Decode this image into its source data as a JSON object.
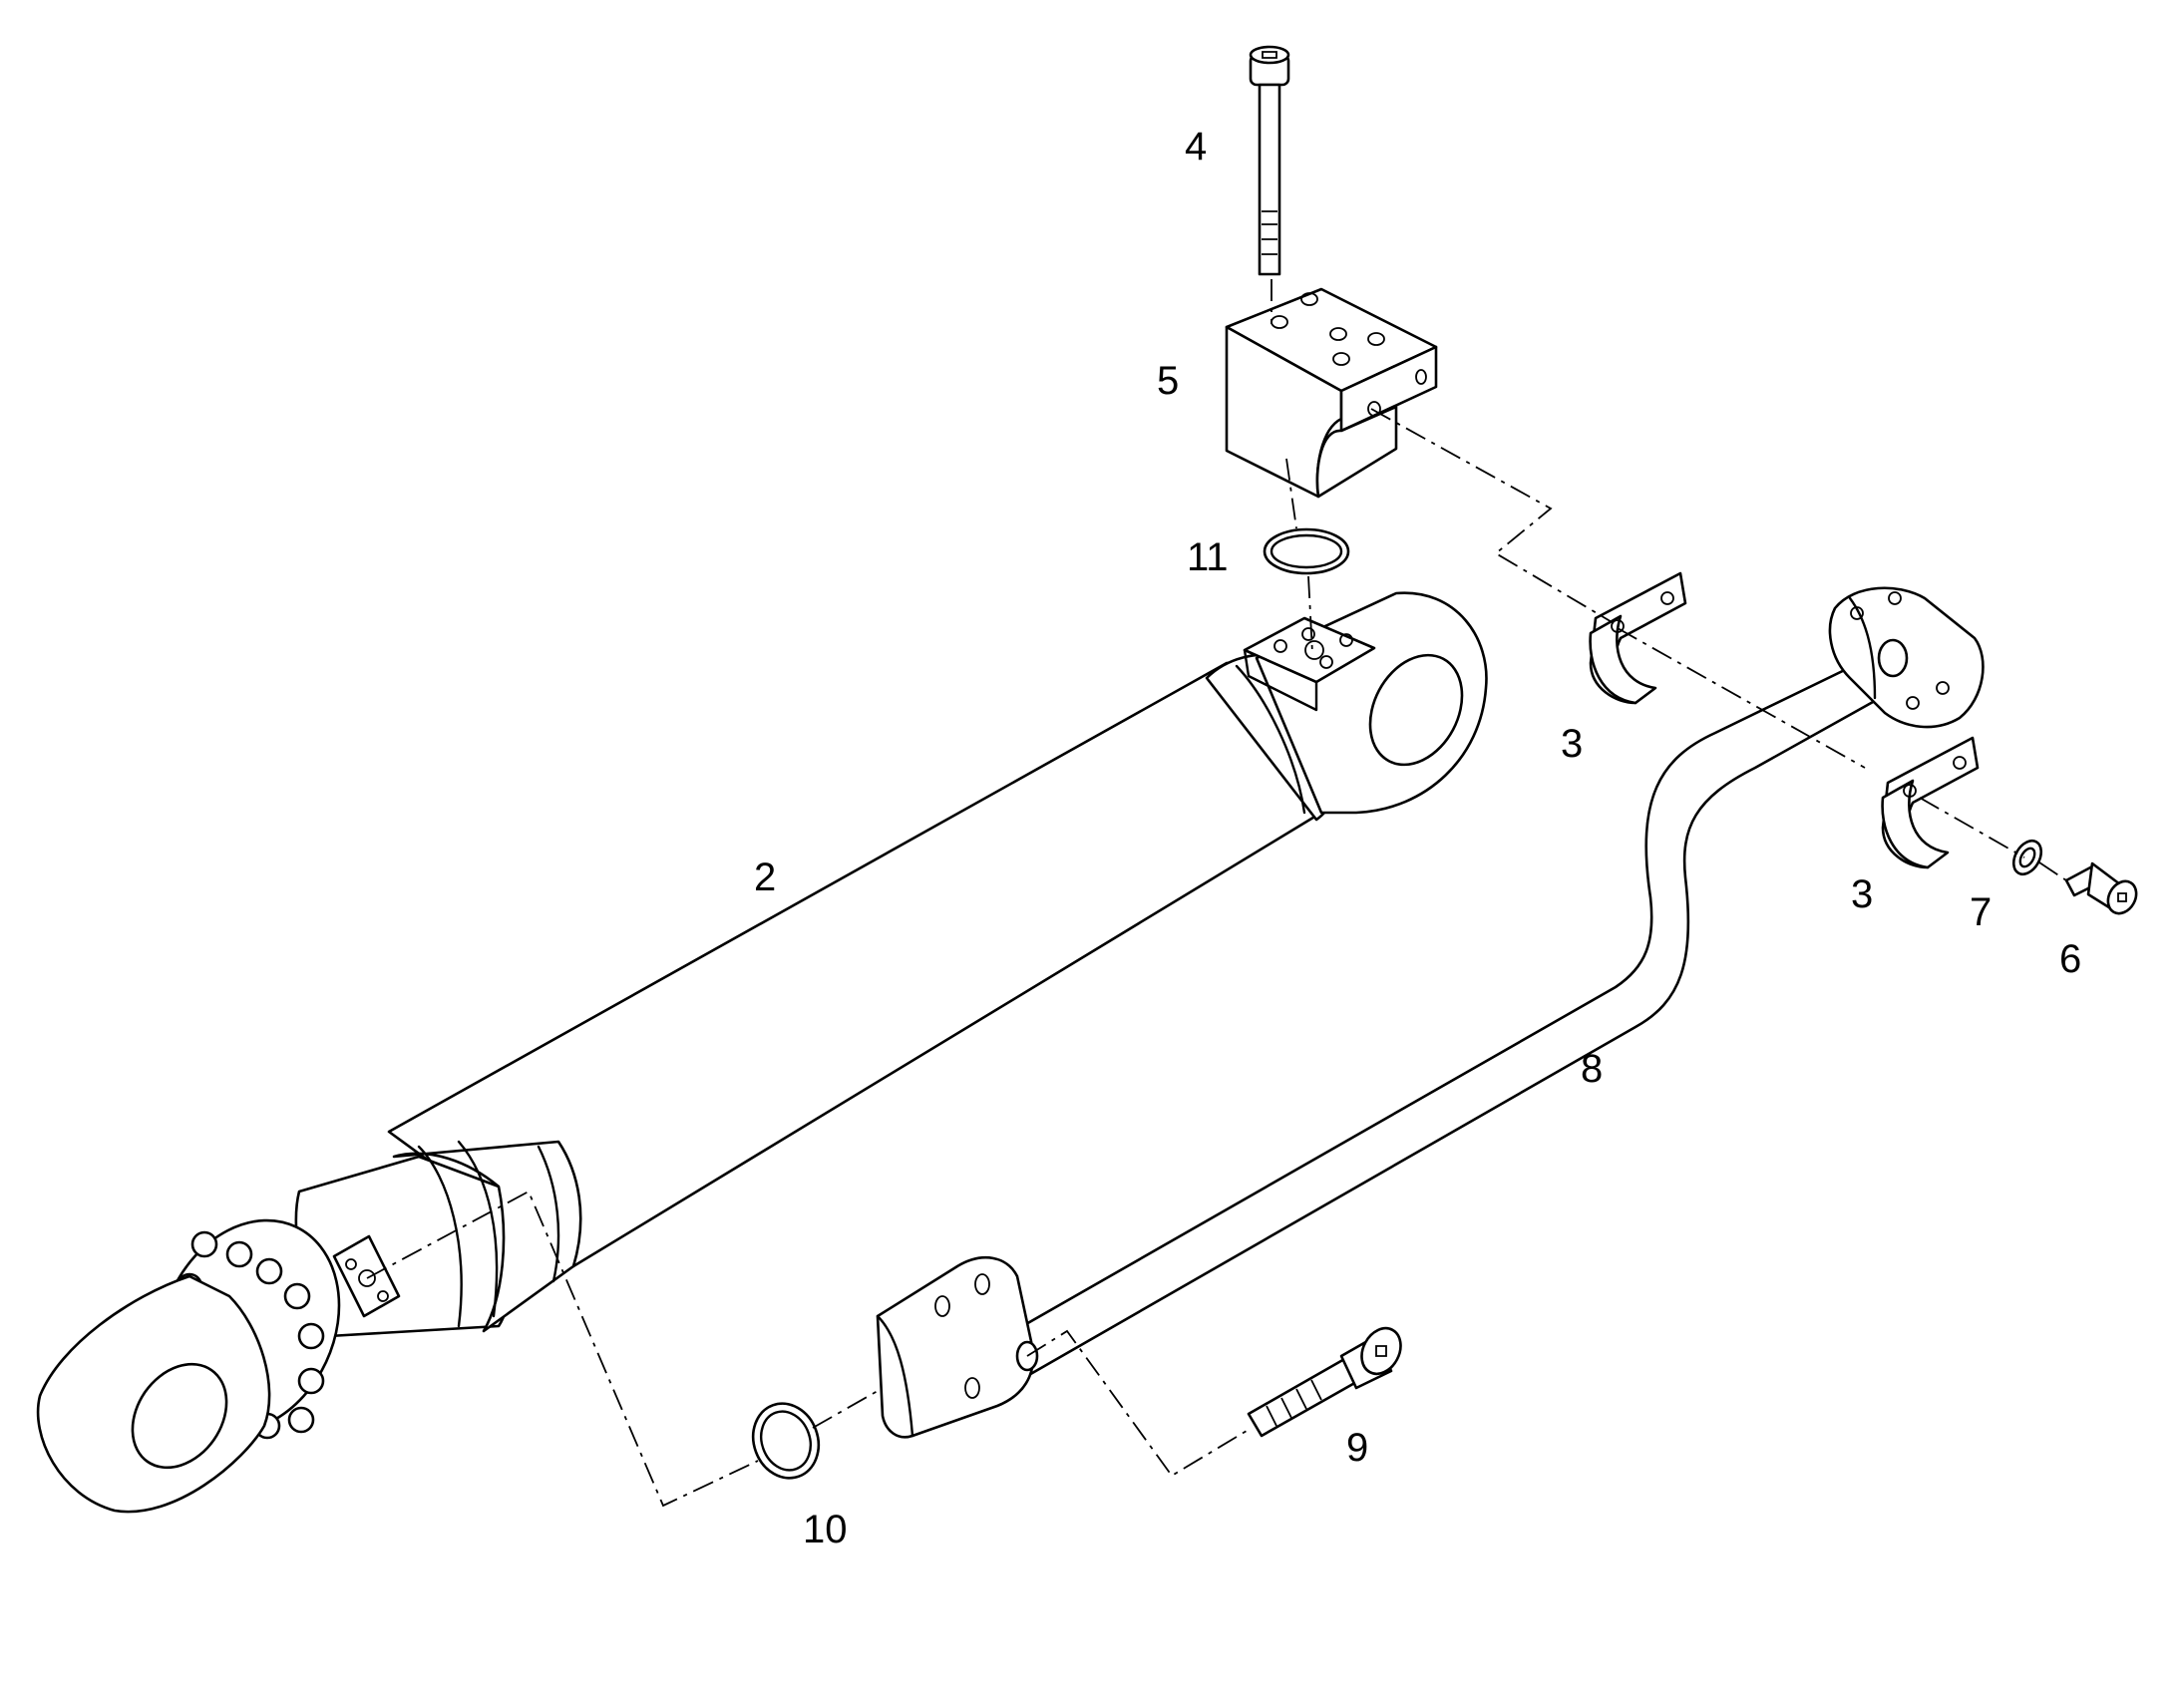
{
  "callouts": {
    "c2": "2",
    "c3a": "3",
    "c3b": "3",
    "c4": "4",
    "c5": "5",
    "c6": "6",
    "c7": "7",
    "c8": "8",
    "c9": "9",
    "c10": "10",
    "c11": "11"
  },
  "parts": [
    {
      "ref": "2",
      "icon": "hydraulic-cylinder"
    },
    {
      "ref": "3",
      "icon": "pipe-clamp"
    },
    {
      "ref": "4",
      "icon": "socket-head-screw"
    },
    {
      "ref": "5",
      "icon": "valve-block"
    },
    {
      "ref": "6",
      "icon": "socket-head-screw"
    },
    {
      "ref": "7",
      "icon": "washer"
    },
    {
      "ref": "8",
      "icon": "hydraulic-pipe"
    },
    {
      "ref": "9",
      "icon": "socket-head-screw"
    },
    {
      "ref": "10",
      "icon": "o-ring"
    },
    {
      "ref": "11",
      "icon": "o-ring"
    }
  ],
  "colors": {
    "line": "#000000",
    "background": "#ffffff"
  }
}
